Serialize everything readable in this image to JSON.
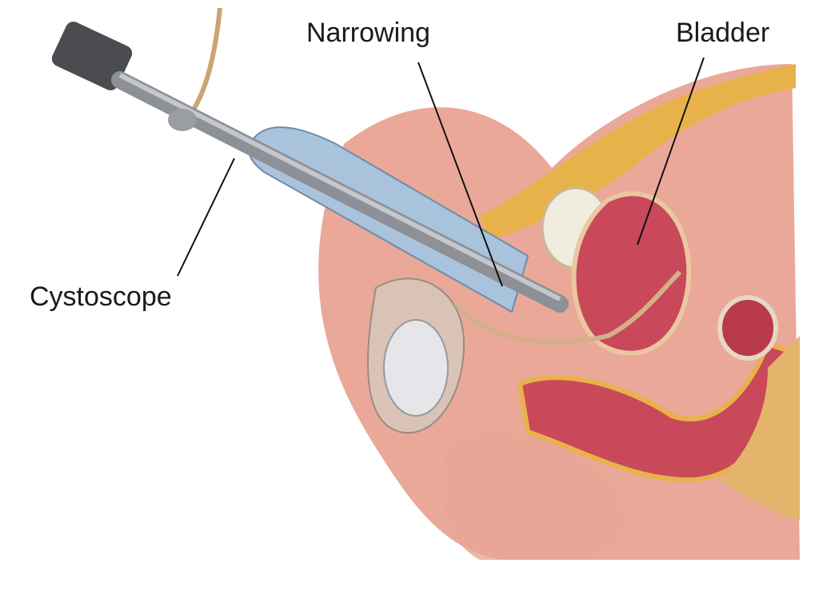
{
  "labels": {
    "narrowing": "Narrowing",
    "bladder": "Bladder",
    "cystoscope": "Cystoscope"
  },
  "colors": {
    "skin": "#e9a89a",
    "skin_light": "#f3c7bb",
    "fat": "#e8b24a",
    "muscle": "#c9485a",
    "instrument": "#8d9096",
    "tissue_blue": "#a9c3dd"
  }
}
